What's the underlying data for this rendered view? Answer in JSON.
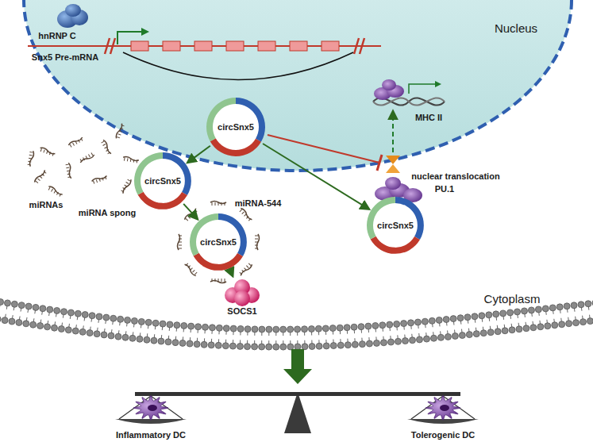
{
  "diagram": {
    "nodes": [
      {
        "text": [
          "circSnx5"
        ]
      },
      {
        "text": [
          "circSnx5"
        ]
      },
      {
        "text": [
          "circSnx5"
        ]
      },
      {
        "text": [
          "circSnx5"
        ]
      },
      {
        "text": [
          "SOCS1"
        ]
      }
    ],
    "edges": [
      {
        "from": 0,
        "to": 1,
        "arrow": "to"
      },
      {
        "from": 0,
        "to": 3,
        "arrow": "to"
      },
      {
        "from": 1,
        "to": 2,
        "arrow": "to"
      },
      {
        "from": 2,
        "to": 4,
        "arrow": "to"
      }
    ],
    "labels": [
      "Nucleus",
      "hnRNP C",
      "Snx5 Pre-mRNA",
      "MHC II",
      "nuclear translocation",
      "miRNAs",
      "miRNA spong",
      "miRNA-544",
      "PU.1",
      "Cytoplasm",
      "Inflammatory DC",
      "Tolerogenic DC"
    ]
  }
}
